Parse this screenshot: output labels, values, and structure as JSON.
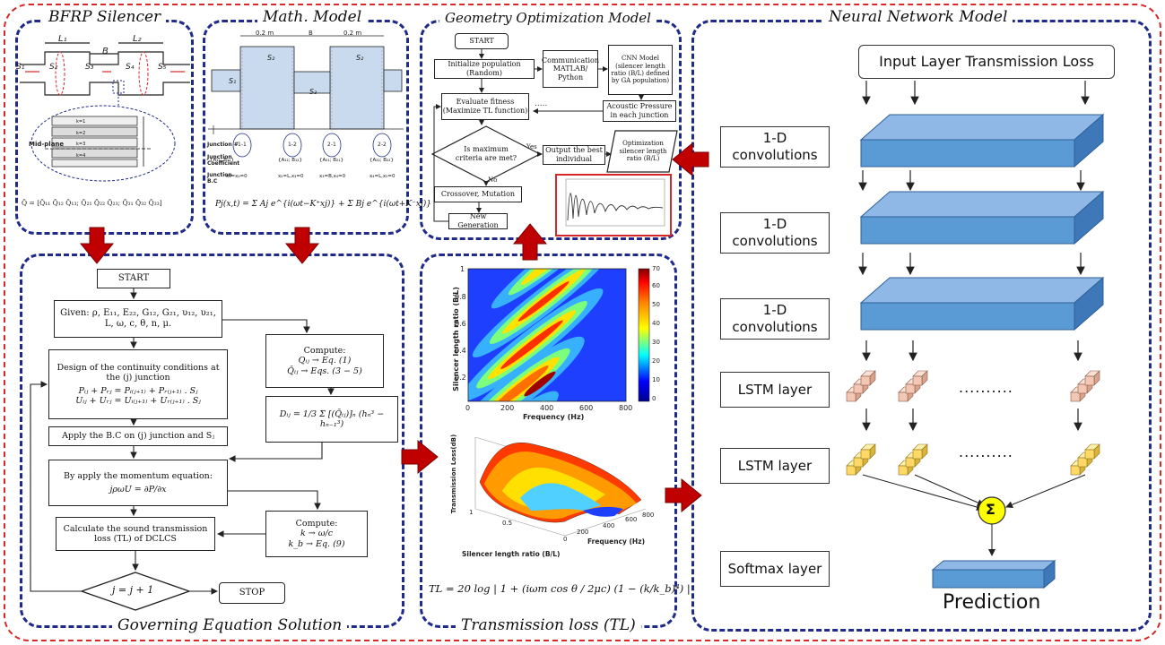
{
  "panels": {
    "bfrp": "BFRP Silencer",
    "math": "Math. Model",
    "geometry": "Geometry Optimization Model",
    "neural": "Neural Network Model",
    "governing": "Governing Equation Solution",
    "transmission": "Transmission loss (TL)"
  },
  "bfrp": {
    "l1": "L₁",
    "l2": "L₂",
    "b": "B",
    "s1": "S₁",
    "s2": "S₂",
    "s3": "S₃",
    "s4": "S₄",
    "s5": "S₅",
    "midplane": "Mid-plane",
    "matrix_eq": "Q̄ = [Q̄₁₁ Q̄₁₂ Q̄₁₃; Q̄₂₁ Q̄₂₂ Q̄₂₃; Q̄₃₁ Q̄₃₂ Q̄₃₃]"
  },
  "math": {
    "dim1": "0.2 m",
    "dimB": "B",
    "dim2": "0.2 m",
    "s2": "S₂",
    "s1": "S₁",
    "s3": "S₃",
    "junction_label": "Junction #",
    "coef_label": "Junction Coefficient",
    "bc_label": "Junction B.C",
    "junctions": [
      "1-1",
      "1-2",
      "2-1",
      "2-2"
    ],
    "equation": "Pj(x,t) = Σ Aj e^{i(ωt−K⁺xj)} + Σ Bj e^{i(ωt+K⁻xj)}"
  },
  "geometry": {
    "start": "START",
    "init": "Initialize population (Random)",
    "comm": "Communication MATLAB/ Python",
    "cnn": "CNN Model (silencer length ratio (B/L) defined by GA population)",
    "evaluate": "Evaluate fitness (Maximize TL function)",
    "acoustic": "Acoustic Pressure in each junction",
    "decision": "Is maximum criteria are met?",
    "yes": "Yes",
    "no": "No",
    "output": "Output the best individual",
    "optimization": "Optimization silencer length ratio (B/L)",
    "crossover": "Crossover, Mutation",
    "newgen": "New Generation"
  },
  "neural": {
    "input": "Input Layer Transmission Loss",
    "layers": [
      "1-D convolutions",
      "1-D convolutions",
      "1-D convolutions",
      "LSTM layer",
      "LSTM layer",
      "Softmax layer"
    ],
    "dots": "..........",
    "sigma": "Σ",
    "prediction": "Prediction"
  },
  "governing": {
    "start": "START",
    "given": "Given: ρ, E₁₁, E₂₂, G₁₂, G₂₁, υ₁₂, υ₂₁, L, ω, c, θ, n, μ.",
    "design_title": "Design of the continuity conditions at the (j) junction",
    "design_eq1": "Pᵢⱼ + Pᵣⱼ = Pᵢ₍ⱼ₊₁₎ + Pᵣ₍ⱼ₊₁₎ . Sⱼ",
    "design_eq2": "Uᵢⱼ + Uᵣⱼ = Uᵢ₍ⱼ₊₁₎ + Uᵣ₍ⱼ₊₁₎ . Sⱼ",
    "apply_bc": "Apply the B.C on (j) junction and Sⱼ",
    "momentum_title": "By apply the momentum equation:",
    "momentum_eq": "jρωU = ∂P/∂x",
    "calc_tl": "Calculate the sound transmission loss (TL) of DCLCS",
    "compute1_title": "Compute:",
    "compute1_l1": "Qᵢⱼ → Eq. (1)",
    "compute1_l2": "Q̄ᵢⱼ → Eqs. (3 − 5)",
    "dij": "Dᵢⱼ = 1/3 Σ [(Q̄ᵢⱼ)]ₙ (hₙ³ − hₙ₋₁³)",
    "compute2_title": "Compute:",
    "compute2_l1": "k → ω/c",
    "compute2_l2": "k_b → Eq. (9)",
    "increment": "j = j + 1",
    "stop": "STOP"
  },
  "transmission": {
    "heatmap_ylabel": "Silencer length ratio (B/L)",
    "heatmap_xlabel": "Frequency (Hz)",
    "heatmap_xticks": [
      "0",
      "200",
      "400",
      "600",
      "800"
    ],
    "heatmap_yticks": [
      "0.2",
      "0.4",
      "0.6",
      "0.8",
      "1"
    ],
    "colorbar_ticks": [
      "0",
      "10",
      "20",
      "30",
      "40",
      "50",
      "60",
      "70"
    ],
    "surface_zlabel": "Transmission Loss(dB)",
    "surface_xlabel": "Silencer length ratio (B/L)",
    "surface_ylabel": "Frequency (Hz)",
    "surface_xticks": [
      "0.5",
      "1"
    ],
    "surface_yticks": [
      "0",
      "200",
      "400",
      "600",
      "800"
    ],
    "equation": "TL = 20 log | 1 + (iωm cos θ / 2μc) (1 − (k/k_b)⁴) |"
  },
  "colors": {
    "panel_border": "#1f2a8a",
    "outer_border": "#d62828",
    "arrow": "#c00000",
    "layer_blue": "#5b9bd5",
    "lstm_pink": "#f4c7b4",
    "lstm_yellow": "#ffd966",
    "sigma_yellow": "#ffff00"
  }
}
